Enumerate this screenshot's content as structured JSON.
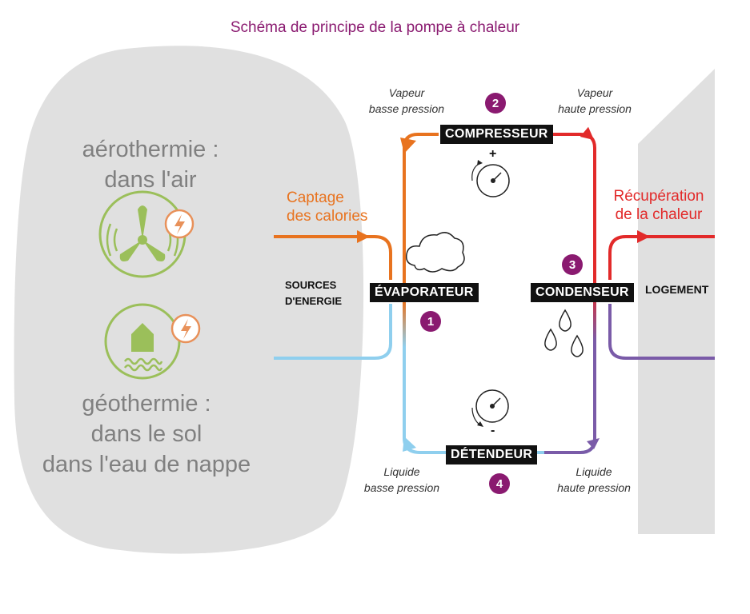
{
  "title": "Schéma de principe de la pompe à chaleur",
  "sources": {
    "aero_line1": "aérothermie :",
    "aero_line2": "dans l'air",
    "geo_line1": "géothermie :",
    "geo_line2": "dans le sol",
    "geo_line3": "dans l'eau de nappe",
    "label_line1": "SOURCES",
    "label_line2": "D'ENERGIE"
  },
  "captage": {
    "line1": "Captage",
    "line2": "des calories"
  },
  "recuperation": {
    "line1": "Récupération",
    "line2": "de la chaleur"
  },
  "logement": "LOGEMENT",
  "components": {
    "compresseur": "COMPRESSEUR",
    "evaporateur": "ÉVAPORATEUR",
    "condenseur": "CONDENSEUR",
    "detendeur": "DÉTENDEUR"
  },
  "steps": {
    "s1": "1",
    "s2": "2",
    "s3": "3",
    "s4": "4"
  },
  "states": {
    "vapeur_bp_1": "Vapeur",
    "vapeur_bp_2": "basse pression",
    "vapeur_hp_1": "Vapeur",
    "vapeur_hp_2": "haute pression",
    "liquide_bp_1": "Liquide",
    "liquide_bp_2": "basse pression",
    "liquide_hp_1": "Liquide",
    "liquide_hp_2": "haute pression"
  },
  "signs": {
    "plus": "+",
    "minus": "-"
  },
  "colors": {
    "orange": "#e8731f",
    "red": "#e22a2a",
    "light_blue": "#8fcfee",
    "purple": "#7a5ba8",
    "green": "#9bbf5a",
    "step_badge": "#8a1a70",
    "gray_shape": "#e0e0e0"
  },
  "icons": [
    "wind-turbine-icon",
    "geothermal-house-icon",
    "lightning-icon",
    "cloud-icon",
    "water-drops-icon",
    "gauge-icon"
  ]
}
